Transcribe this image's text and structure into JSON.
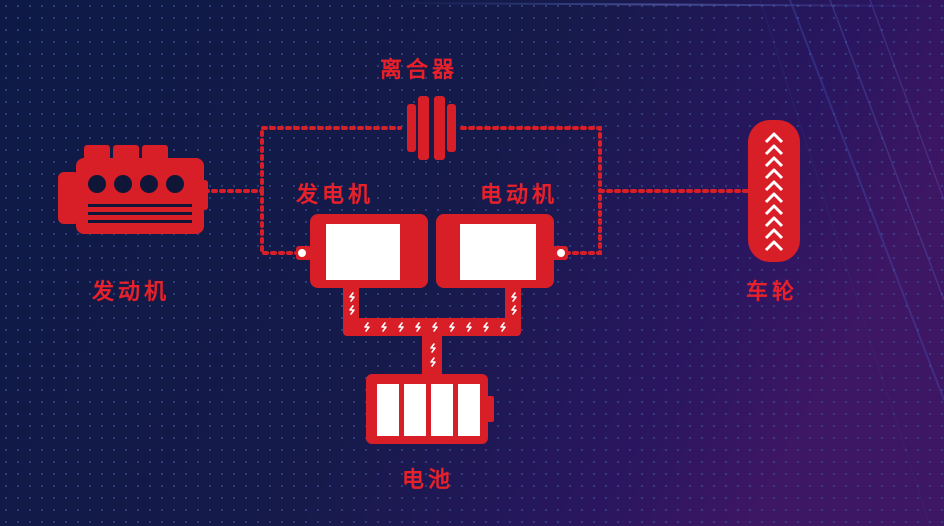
{
  "labels": {
    "clutch": "离合器",
    "generator": "发电机",
    "motor": "电动机",
    "engine": "发动机",
    "wheel": "车轮",
    "battery": "电池"
  },
  "colors": {
    "background_dark": "#0f1637",
    "background_purple": "#3a1660",
    "diagram_red": "#d81e27",
    "label_red": "#e8202a",
    "white": "#ffffff",
    "accent_blue": "#4a6bd8"
  },
  "icons": [
    "engine-icon",
    "clutch-icon",
    "generator-icon",
    "motor-icon",
    "wheel-icon",
    "battery-icon",
    "lightning-icon"
  ]
}
